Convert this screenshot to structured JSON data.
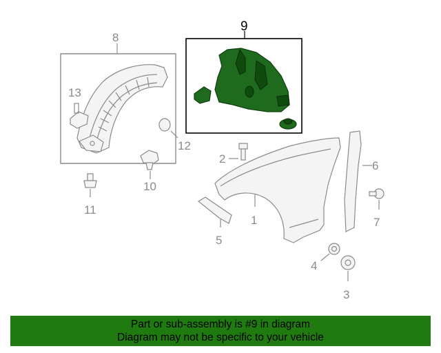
{
  "diagram": {
    "callouts": {
      "c1": "1",
      "c2": "2",
      "c3": "3",
      "c4": "4",
      "c5": "5",
      "c6": "6",
      "c7": "7",
      "c8": "8",
      "c9": "9",
      "c10": "10",
      "c11": "11",
      "c12": "12",
      "c13": "13"
    },
    "highlighted_part": "9",
    "highlight_color": "#1e6b1e"
  },
  "banner": {
    "line1": "Part or sub-assembly is #9 in diagram",
    "line2": "Diagram may not be specific to your vehicle",
    "background": "#1f7a0f"
  }
}
